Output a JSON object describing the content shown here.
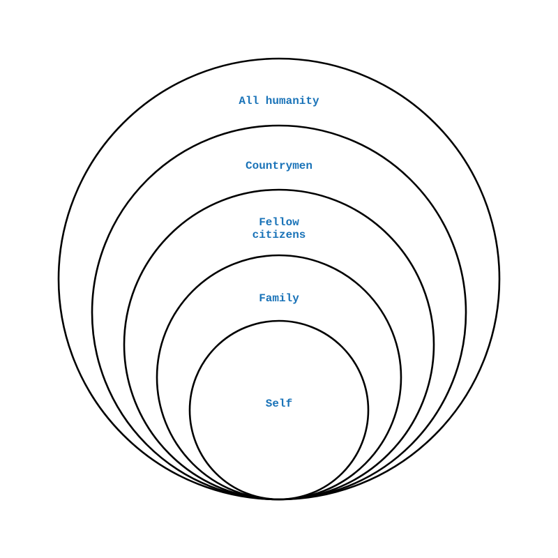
{
  "diagram": {
    "label_color": "#1a73b8",
    "line_color": "#000000",
    "rings": [
      {
        "lines": [
          "All humanity"
        ]
      },
      {
        "lines": [
          "Countrymen"
        ]
      },
      {
        "lines": [
          "Fellow",
          "citizens"
        ]
      },
      {
        "lines": [
          "Family"
        ]
      },
      {
        "lines": [
          "Self"
        ]
      }
    ]
  }
}
